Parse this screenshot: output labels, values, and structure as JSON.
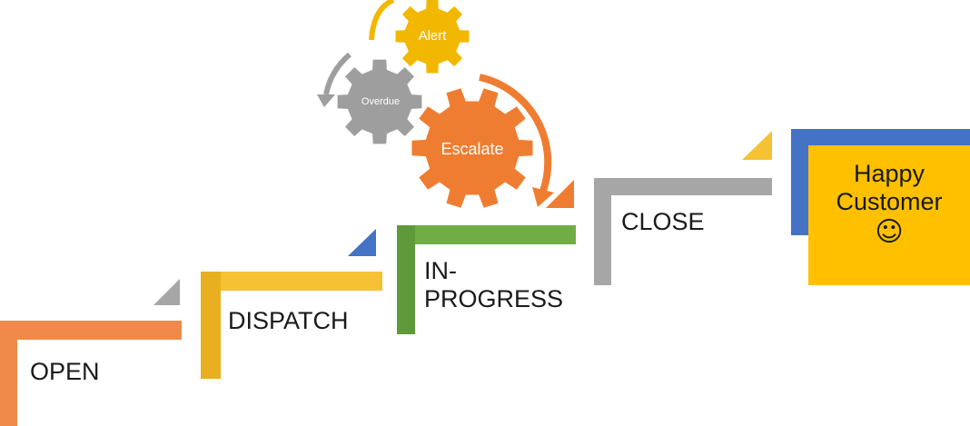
{
  "steps": [
    {
      "label": "OPEN",
      "color": "#f08a4b"
    },
    {
      "label": "DISPATCH",
      "color": "#f6c234"
    },
    {
      "label": "IN-\nPROGRESS",
      "color": "#70ad47"
    },
    {
      "label": "CLOSE",
      "color": "#a6a6a6"
    }
  ],
  "final": {
    "line1": "Happy",
    "line2": "Customer",
    "emoji": "☺",
    "color": "#ffc000",
    "accent": "#4472c4"
  },
  "gears": [
    {
      "label": "Alert",
      "color": "#f2b700"
    },
    {
      "label": "Overdue",
      "color": "#9e9e9e"
    },
    {
      "label": "Escalate",
      "color": "#ef7d31"
    }
  ],
  "triangle_colors": [
    "#a6a6a6",
    "#4472c4",
    "#ef7d31",
    "#f6c234"
  ]
}
